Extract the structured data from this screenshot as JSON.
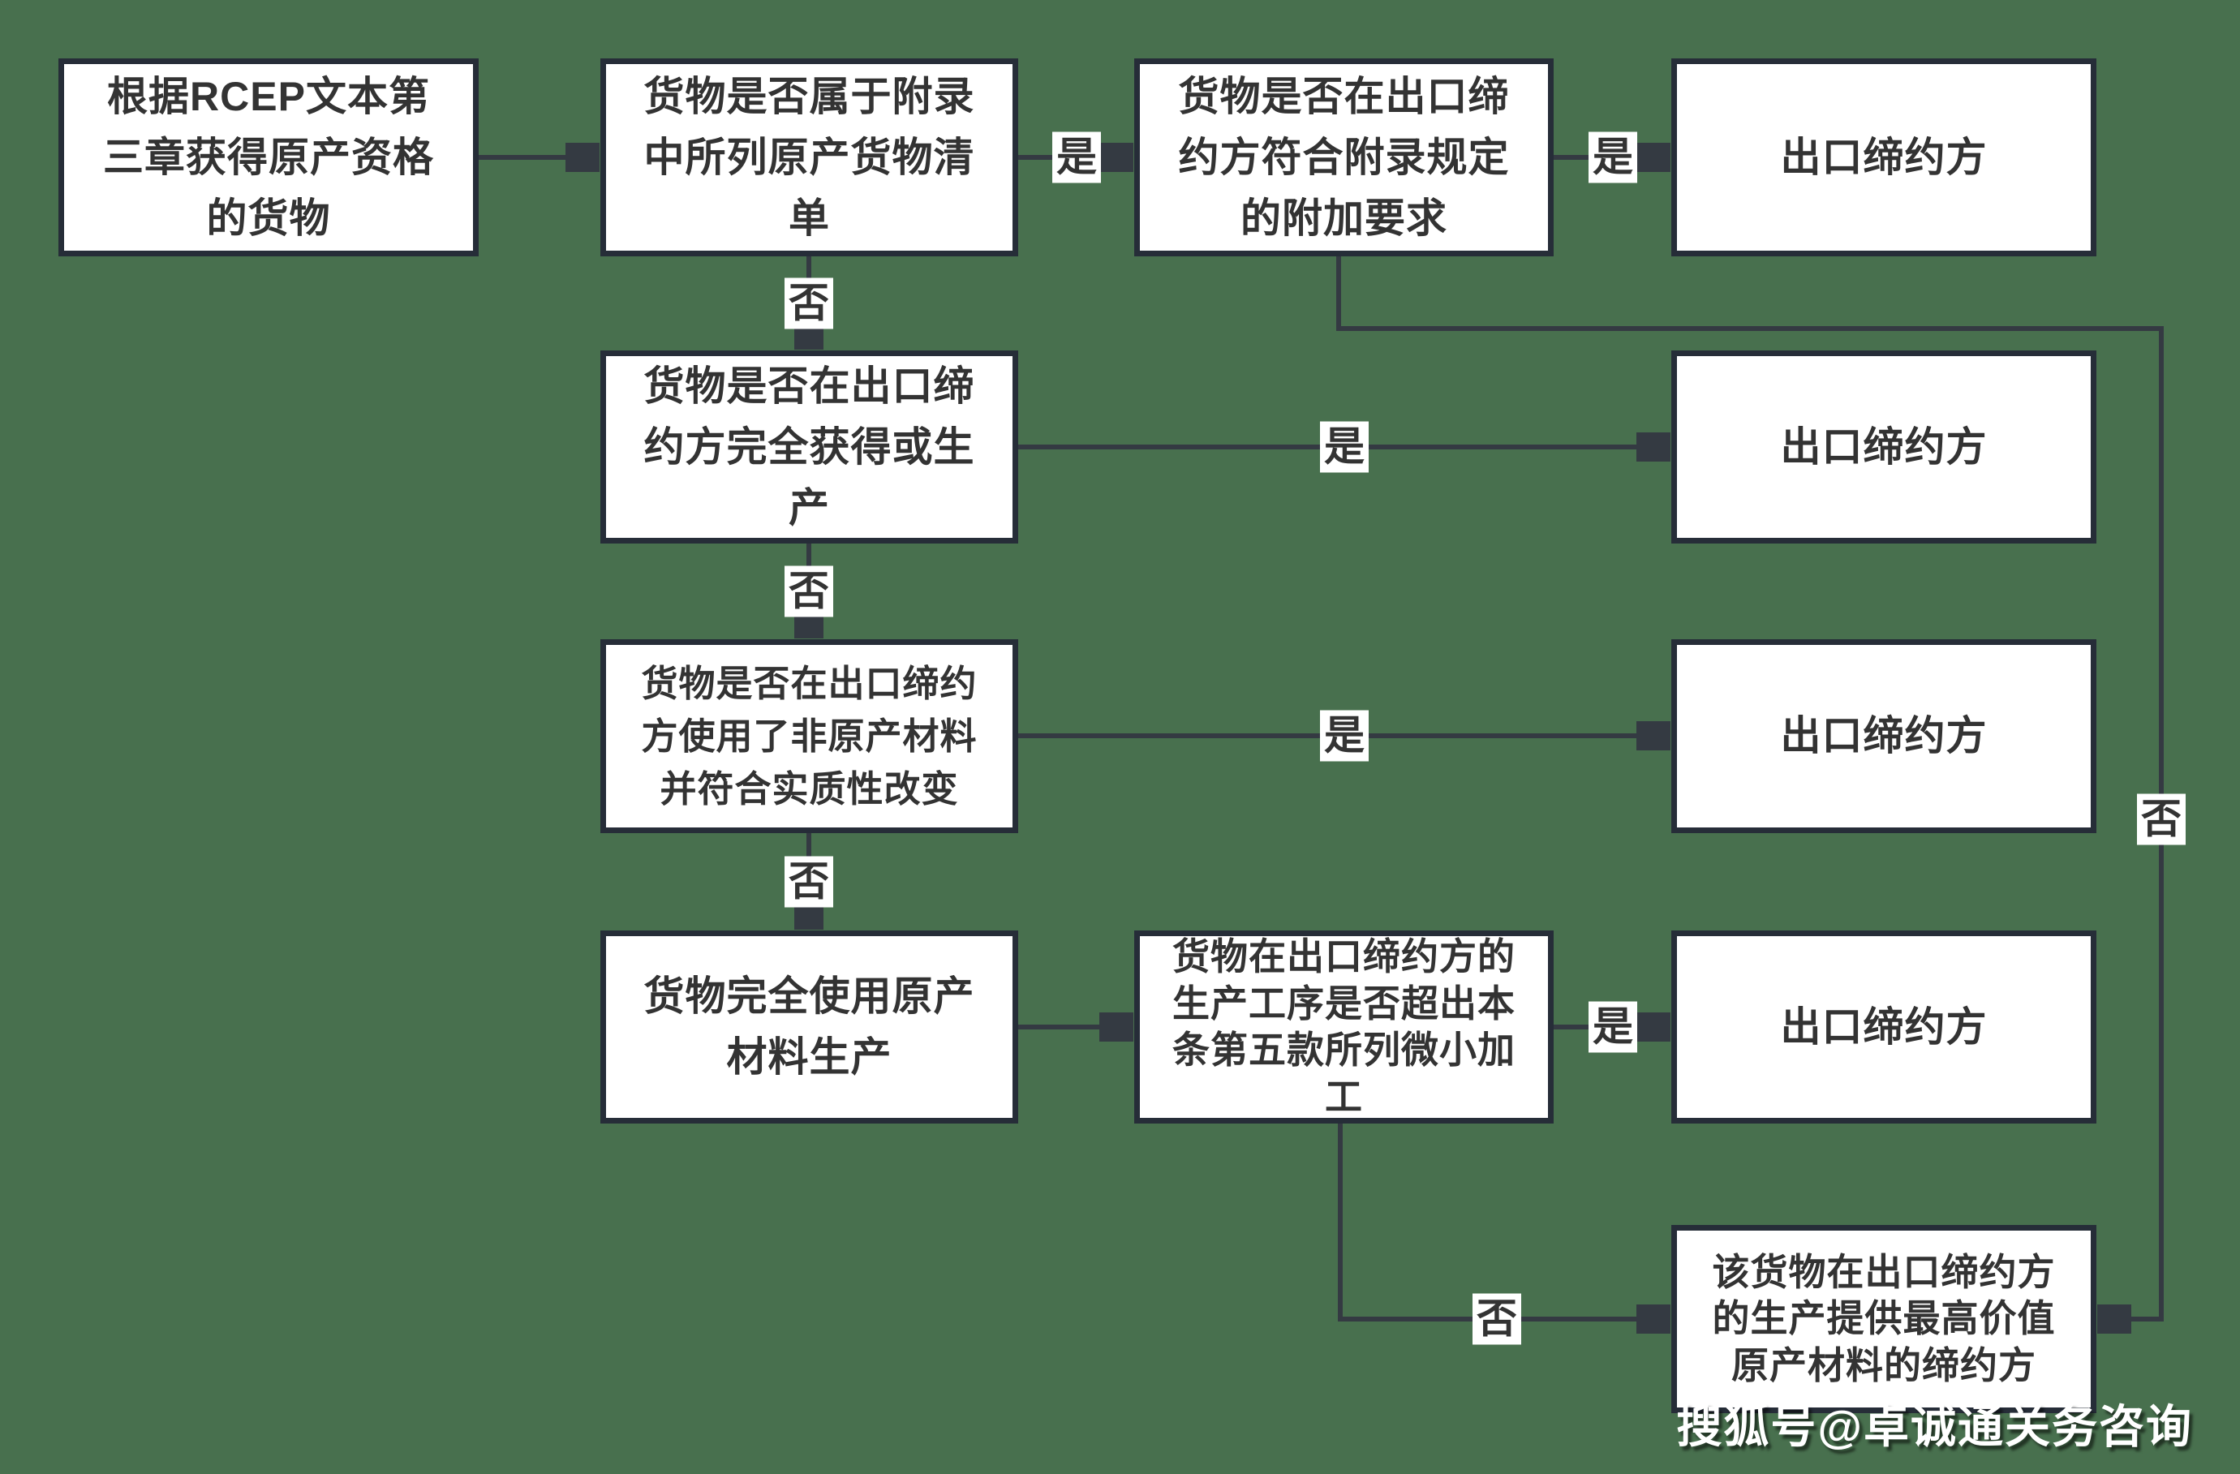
{
  "diagram": {
    "title_hint": "RCEP 原产资格判定流程图",
    "colors": {
      "background": "#48704e",
      "node_fill": "#ffffff",
      "node_border": "#262d38",
      "connector": "#343a42",
      "text": "#333333",
      "watermark_text": "#ffffff"
    },
    "nodes": {
      "start": "根据RCEP文本第三章获得原产资格的货物",
      "annex_list": "货物是否属于附录中所列原产货物清单",
      "annex_addl": "货物是否在出口缔约方符合附录规定的附加要求",
      "export_party_1": "出口缔约方",
      "wholly_obtained": "货物是否在出口缔约方完全获得或生产",
      "export_party_2": "出口缔约方",
      "non_originating": "货物是否在出口缔约方使用了非原产材料并符合实质性改变",
      "export_party_3": "出口缔约方",
      "all_originating": "货物完全使用原产材料生产",
      "minimal_ops": "货物在出口缔约方的生产工序是否超出本条第五款所列微小加工",
      "export_party_4": "出口缔约方",
      "highest_value": "该货物在出口缔约方的生产提供最高价值原产材料的缔约方"
    },
    "edges": [
      {
        "from": "start",
        "to": "annex_list",
        "label": ""
      },
      {
        "from": "annex_list",
        "to": "annex_addl",
        "label": "是"
      },
      {
        "from": "annex_addl",
        "to": "export_party_1",
        "label": "是"
      },
      {
        "from": "annex_list",
        "to": "wholly_obtained",
        "label": "否"
      },
      {
        "from": "wholly_obtained",
        "to": "export_party_2",
        "label": "是"
      },
      {
        "from": "wholly_obtained",
        "to": "non_originating",
        "label": "否"
      },
      {
        "from": "non_originating",
        "to": "export_party_3",
        "label": "是"
      },
      {
        "from": "non_originating",
        "to": "all_originating",
        "label": "否"
      },
      {
        "from": "all_originating",
        "to": "minimal_ops",
        "label": ""
      },
      {
        "from": "minimal_ops",
        "to": "export_party_4",
        "label": "是"
      },
      {
        "from": "minimal_ops",
        "to": "highest_value",
        "label": "否"
      },
      {
        "from": "annex_addl",
        "to": "highest_value",
        "label": "否"
      }
    ],
    "watermark": "搜狐号@卓诚通关务咨询"
  }
}
